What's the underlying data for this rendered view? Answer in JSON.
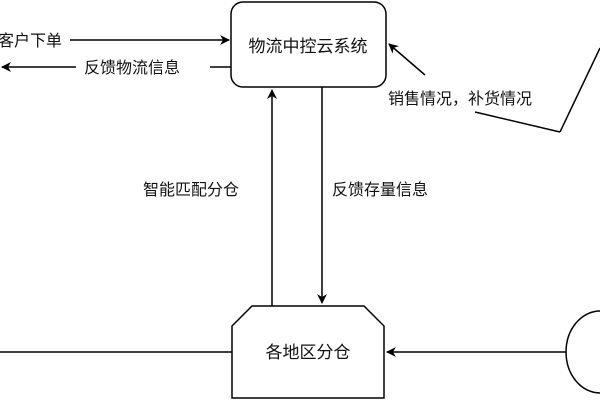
{
  "nodes": {
    "cloud_system": "物流中控云系统",
    "regional_warehouse": "各地区分仓"
  },
  "edges": {
    "customer_order": "客户下单",
    "feedback_logistics": "反馈物流信息",
    "sales_restock": "销售情况，补货情况",
    "smart_match": "智能匹配分仓",
    "feedback_stock": "反馈存量信息"
  }
}
